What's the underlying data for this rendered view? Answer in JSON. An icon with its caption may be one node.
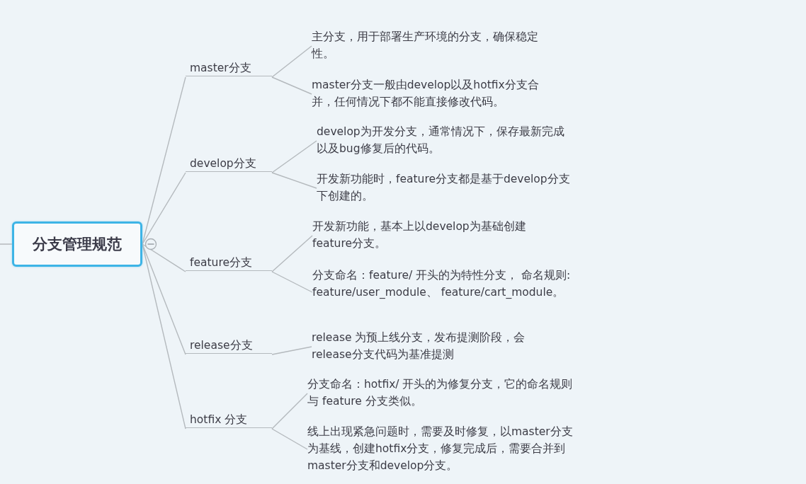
{
  "diagram": {
    "nodes": [
      {
        "text": [
          "分支管理规范"
        ]
      },
      {
        "text": [
          "master分支"
        ]
      },
      {
        "text": [
          "主分支，用于部署生产环境的分支，确保稳定性。"
        ]
      },
      {
        "text": [
          "master分支一般由develop以及hotfix分支合并，任何情况下都不能直接修改代码。"
        ]
      },
      {
        "text": [
          "develop分支"
        ]
      },
      {
        "text": [
          "develop为开发分支，通常情况下，保存最新完成以及bug修复后的代码。"
        ]
      },
      {
        "text": [
          "开发新功能时，feature分支都是基于develop分支下创建的。"
        ]
      },
      {
        "text": [
          "feature分支"
        ]
      },
      {
        "text": [
          "开发新功能，基本上以develop为基础创建feature分支。"
        ]
      },
      {
        "text": [
          "分支命名：feature/ 开头的为特性分支， 命名规则: feature/user_module、 feature/cart_module。"
        ]
      },
      {
        "text": [
          "release分支"
        ]
      },
      {
        "text": [
          "release 为预上线分支，发布提测阶段，会release分支代码为基准提测"
        ]
      },
      {
        "text": [
          "hotfix 分支"
        ]
      },
      {
        "text": [
          "分支命名：hotfix/ 开头的为修复分支，它的命名规则与 feature 分支类似。"
        ]
      },
      {
        "text": [
          "线上出现紧急问题时，需要及时修复，以master分支为基线，创建hotfix分支，修复完成后，需要合并到master分支和develop分支。"
        ]
      }
    ],
    "edges": [
      {
        "from": null,
        "to": 0,
        "arrow": "none"
      },
      {
        "from": 0,
        "to": 1,
        "arrow": "none"
      },
      {
        "from": 0,
        "to": 4,
        "arrow": "none"
      },
      {
        "from": 0,
        "to": 7,
        "arrow": "none"
      },
      {
        "from": 0,
        "to": 10,
        "arrow": "none"
      },
      {
        "from": 0,
        "to": 12,
        "arrow": "none"
      },
      {
        "from": 1,
        "to": 2,
        "arrow": "none"
      },
      {
        "from": 1,
        "to": 3,
        "arrow": "none"
      },
      {
        "from": 4,
        "to": 5,
        "arrow": "none"
      },
      {
        "from": 4,
        "to": 6,
        "arrow": "none"
      },
      {
        "from": 7,
        "to": 8,
        "arrow": "none"
      },
      {
        "from": 7,
        "to": 9,
        "arrow": "none"
      },
      {
        "from": 10,
        "to": 11,
        "arrow": "none"
      },
      {
        "from": 12,
        "to": 13,
        "arrow": "none"
      },
      {
        "from": 12,
        "to": 14,
        "arrow": "none"
      }
    ]
  }
}
